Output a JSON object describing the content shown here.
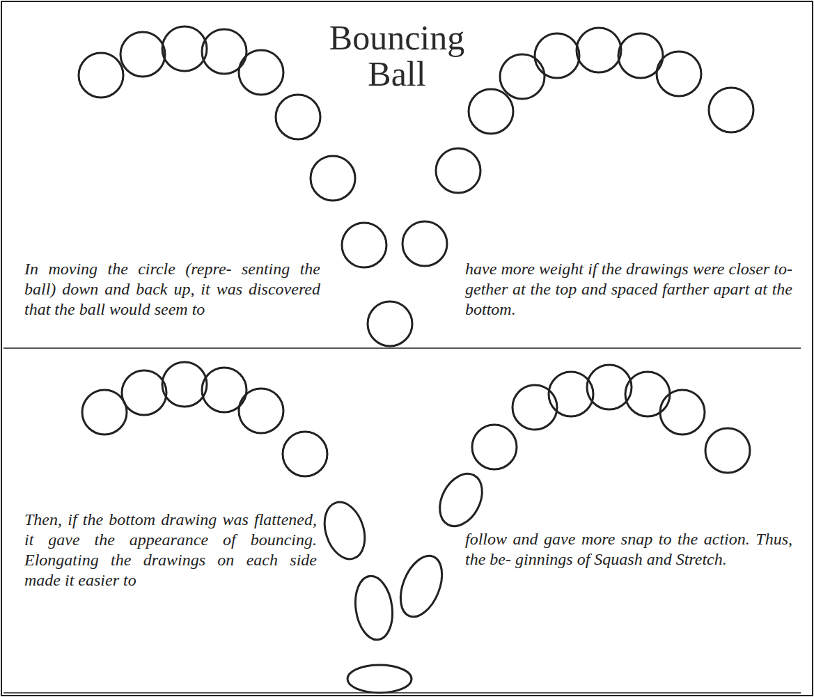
{
  "diagram": {
    "title": "Bouncing Ball",
    "labels": [
      "In moving the circle (repre- senting the ball) down and back up, it was discovered that the ball would seem to",
      "have more weight if the drawings were closer to- gether at the top and spaced farther apart at the bottom.",
      "Then, if the bottom drawing was flattened, it gave the appearance of bouncing. Elongating the drawings on each side made it easier to",
      "follow and gave more snap to the action. Thus, the be- ginnings of Squash and Stretch."
    ]
  }
}
